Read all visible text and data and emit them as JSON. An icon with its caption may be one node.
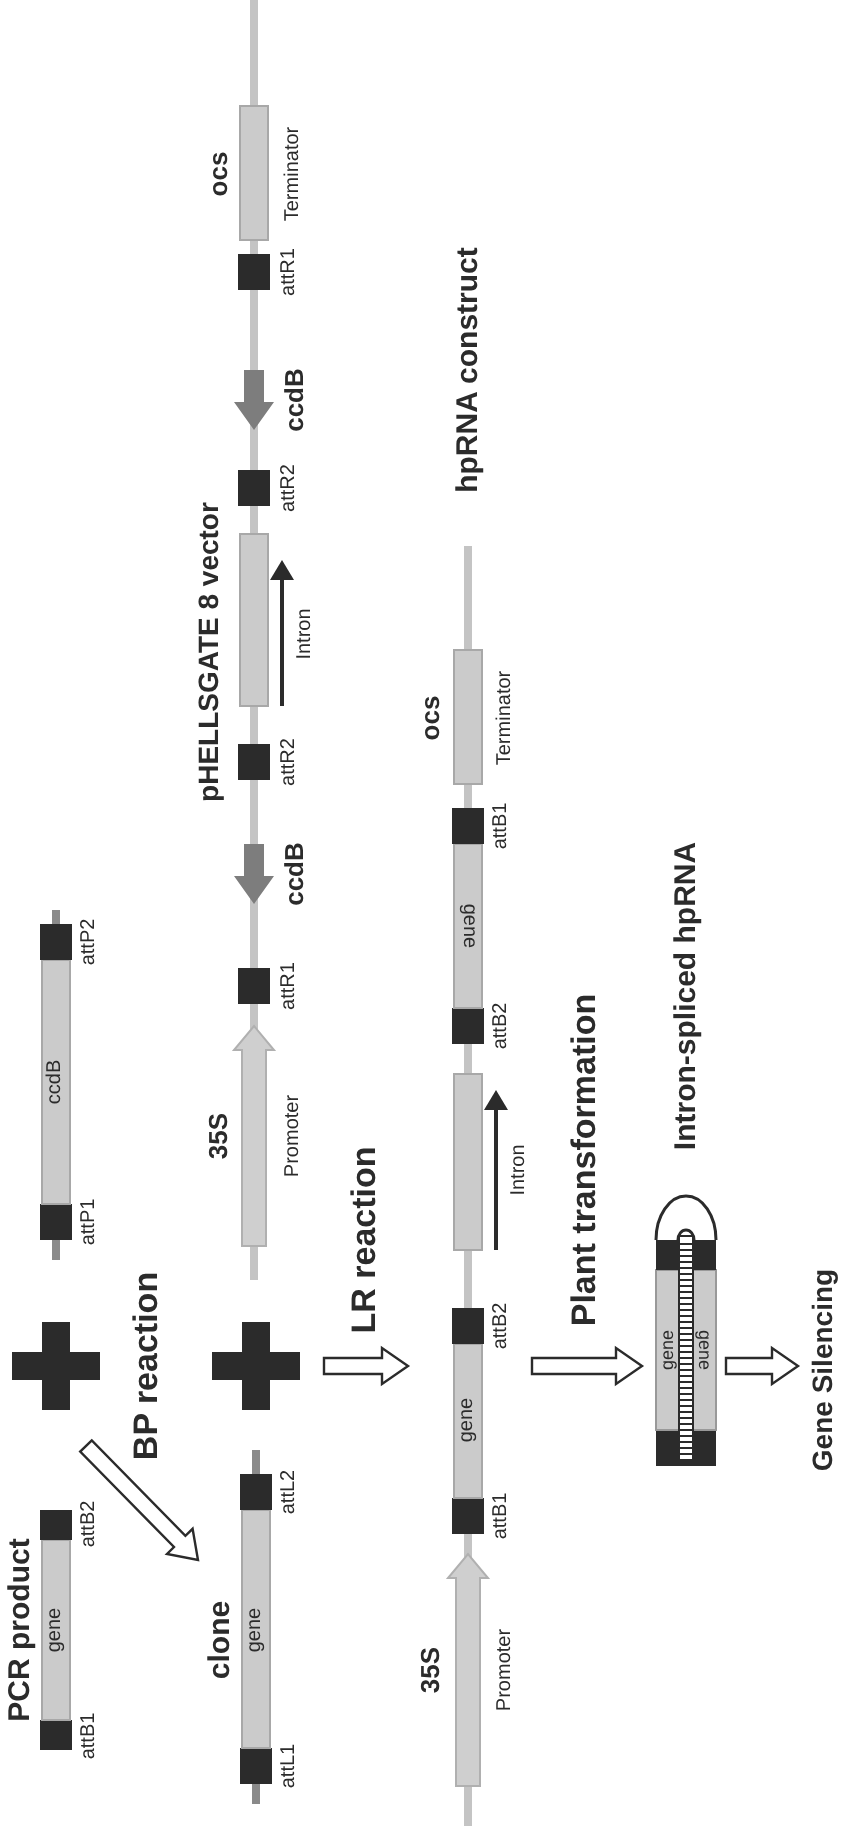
{
  "diagram": {
    "nodes": [
      {
        "text": [
          "PCR product"
        ]
      },
      {
        "text": [],
        "shape": "bar"
      },
      {
        "text": [
          "clone"
        ]
      },
      {
        "text": [
          "pHELLSGATE 8 vector"
        ]
      },
      {
        "text": [
          "hpRNA construct"
        ]
      },
      {
        "text": [
          "Intron-spliced hpRNA"
        ]
      },
      {
        "text": [
          "Gene Silencing"
        ]
      }
    ],
    "edges": [
      {
        "from": null,
        "to": 2,
        "arrow": "to",
        "label": "BP reaction"
      },
      {
        "from": null,
        "to": 4,
        "arrow": "to",
        "label": "LR reaction"
      },
      {
        "from": 4,
        "to": 5,
        "arrow": "to",
        "label": "Plant transformation"
      },
      {
        "from": 5,
        "to": 6,
        "arrow": "to"
      }
    ],
    "labels": [
      "gene",
      "attB1",
      "attB2",
      "ccdB",
      "attP1",
      "attP2",
      "gene",
      "attL1",
      "attL2",
      "35S",
      "Promoter",
      "attR1",
      "ccdB",
      "attR2",
      "Intron",
      "attR2",
      "ccdB",
      "attR1",
      "ocs",
      "Terminator",
      "35S",
      "Promoter",
      "attB1",
      "gene",
      "attB2",
      "Intron",
      "attB2",
      "gene",
      "attB1",
      "ocs",
      "Terminator",
      "gene",
      "gene"
    ]
  }
}
